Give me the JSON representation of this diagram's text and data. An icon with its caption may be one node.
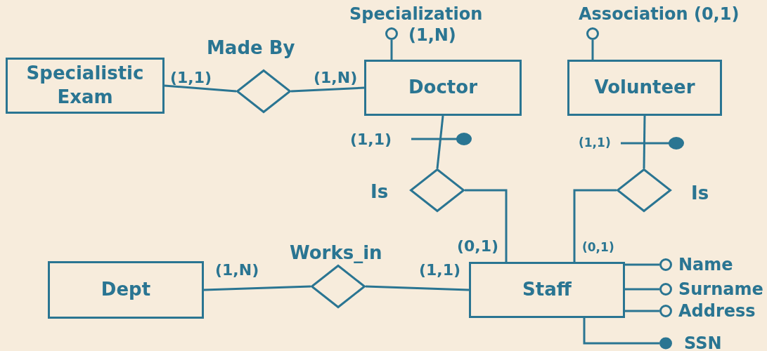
{
  "diagram": {
    "nodes": [
      {
        "text": [
          "Specialistic Exam"
        ]
      },
      {
        "text": [],
        "shape": "diamond",
        "beside": [
          "Made By"
        ]
      },
      {
        "text": [
          "Doctor"
        ]
      },
      {
        "text": [
          "Volunteer"
        ]
      },
      {
        "text": [],
        "shape": "diamond",
        "beside": [
          "Is"
        ]
      },
      {
        "text": [],
        "shape": "diamond",
        "beside": [
          "Is"
        ]
      },
      {
        "text": [
          "Dept"
        ]
      },
      {
        "text": [],
        "shape": "diamond",
        "beside": [
          "Works_in"
        ]
      },
      {
        "text": [
          "Staff"
        ]
      },
      {
        "text": [],
        "shape": "circle",
        "beside": [
          "Specialization",
          "(1,N)"
        ]
      },
      {
        "text": [],
        "shape": "circle",
        "beside": [
          "Association (0,1)"
        ]
      },
      {
        "text": [],
        "shape": "circle",
        "beside": [
          "Name"
        ]
      },
      {
        "text": [],
        "shape": "circle",
        "beside": [
          "Surname"
        ]
      },
      {
        "text": [],
        "shape": "circle",
        "beside": [
          "Address"
        ]
      },
      {
        "text": [],
        "shape": "dot",
        "beside": [
          "SSN"
        ]
      }
    ],
    "edges": [
      {
        "from": 0,
        "to": 1,
        "arrow": "none",
        "label": "(1,1)"
      },
      {
        "from": 1,
        "to": 2,
        "arrow": "none",
        "label": "(1,N)"
      },
      {
        "from": 2,
        "to": 4,
        "arrow": "none",
        "label": "(1,1)"
      },
      {
        "from": 4,
        "to": 8,
        "arrow": "none",
        "label": "(0,1)"
      },
      {
        "from": 3,
        "to": 5,
        "arrow": "none",
        "label": "(1,1)"
      },
      {
        "from": 5,
        "to": 8,
        "arrow": "none",
        "label": "(0,1)"
      },
      {
        "from": 6,
        "to": 7,
        "arrow": "none",
        "label": "(1,N)"
      },
      {
        "from": 7,
        "to": 8,
        "arrow": "none",
        "label": "(1,1)"
      },
      {
        "from": 2,
        "to": 9,
        "arrow": "none"
      },
      {
        "from": 3,
        "to": 10,
        "arrow": "none"
      },
      {
        "from": 8,
        "to": 11,
        "arrow": "none"
      },
      {
        "from": 8,
        "to": 12,
        "arrow": "none"
      },
      {
        "from": 8,
        "to": 13,
        "arrow": "none"
      },
      {
        "from": 8,
        "to": 14,
        "arrow": "none"
      }
    ]
  }
}
